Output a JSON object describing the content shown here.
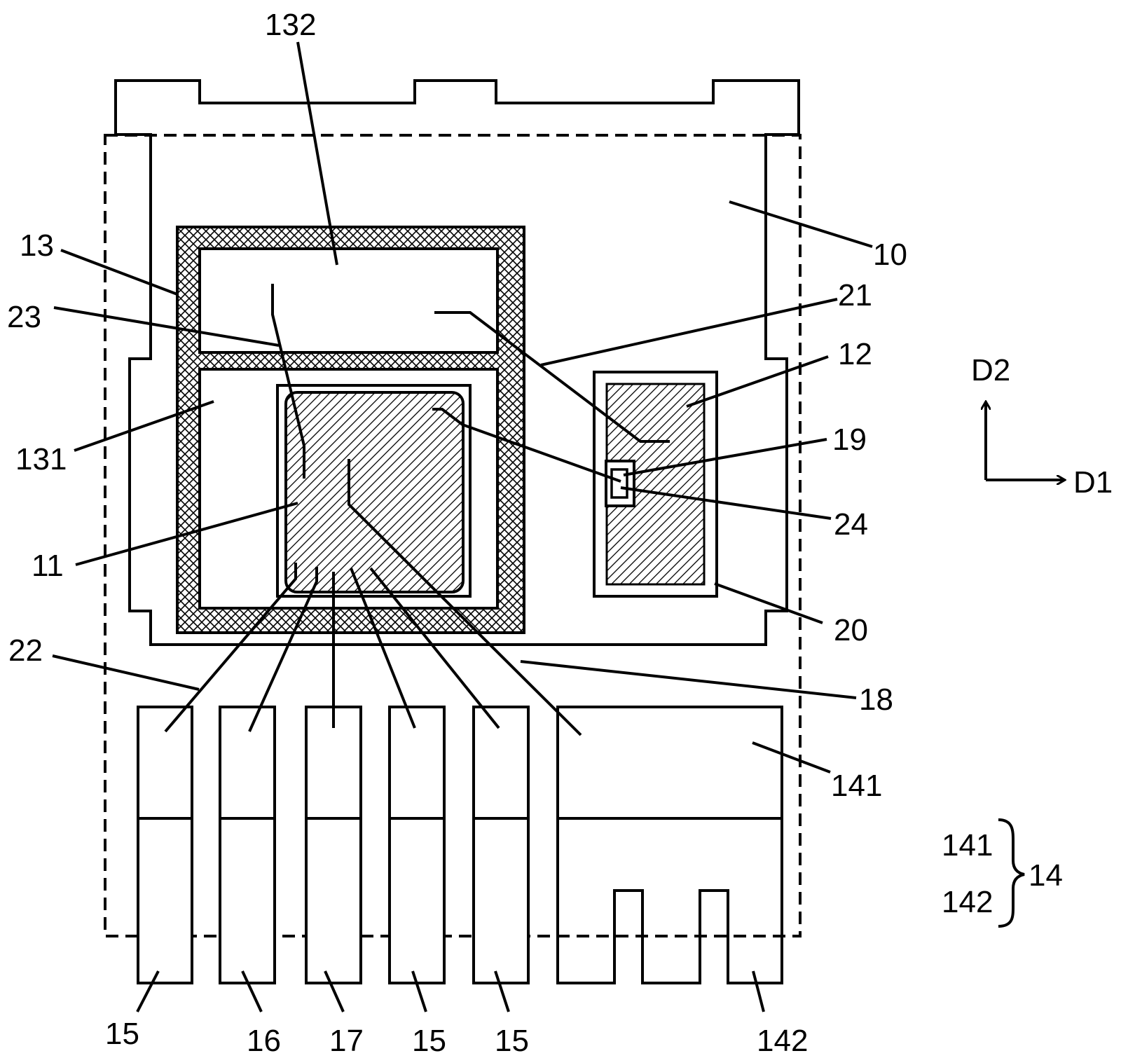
{
  "labels": {
    "l132": "132",
    "l13": "13",
    "l10": "10",
    "l23": "23",
    "l21": "21",
    "l12": "12",
    "l131": "131",
    "l19": "19",
    "l24": "24",
    "l11": "11",
    "l20": "20",
    "l22": "22",
    "l18": "18",
    "l141": "141",
    "lg141": "141",
    "lg142": "142",
    "lg14": "14",
    "b15a": "15",
    "b16": "16",
    "b17": "17",
    "b15b": "15",
    "b15c": "15",
    "b142": "142"
  },
  "axes": {
    "d2": "D2",
    "d1": "D1"
  },
  "colors": {
    "stroke": "#000000",
    "background": "#ffffff"
  }
}
